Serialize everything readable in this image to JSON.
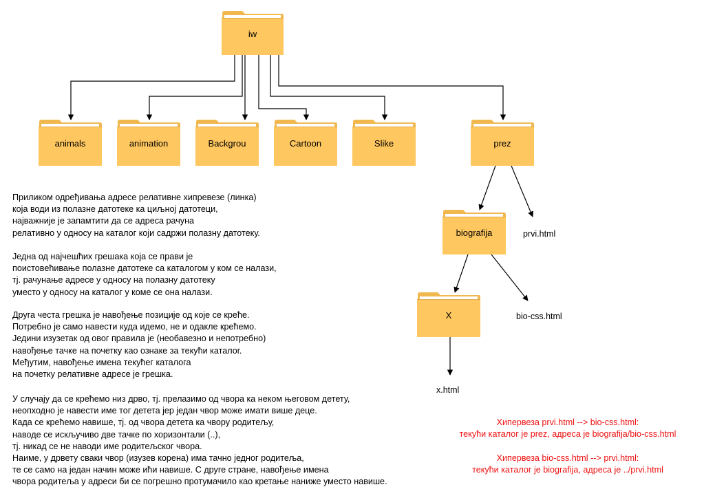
{
  "tree": {
    "root": "iw",
    "children": [
      "animals",
      "animation",
      "Backgrou",
      "Cartoon",
      "Slike",
      "prez"
    ],
    "prez_children": {
      "folder": "biografija",
      "file": "prvi.html"
    },
    "biografija_children": {
      "folder": "X",
      "file": "bio-css.html"
    },
    "x_children": {
      "file": "x.html"
    }
  },
  "colors": {
    "folder_body": "#FFC75F",
    "folder_tab": "#F0B84F",
    "folder_paper": "#FFFFFF",
    "folder_edge": "#E0A94A",
    "note_text": "#EE1111"
  },
  "text_paragraphs": [
    [
      "Приликом одређивања адресе релативне хипревезе (линка)",
      "која води из полазне датотеке ка циљној датотеци,",
      "најважније је запамтити да се адреса рачуна",
      "релативно у односу на каталог који садржи полазну датотеку."
    ],
    [
      "Једна од најчешћих грешака која се прави је",
      "поистовећивање полазне датотеке са каталогом у ком се налази,",
      "тј. рачунање адресе у односу на полазну датотеку",
      "уместо у односу на каталог у коме се она налази."
    ],
    [
      "Друга честа грешка је навођење позиције од које се креће.",
      "Потребно је само навести куда идемо, не и одакле крећемо.",
      "Једини изузетак од овог правила је (необавезно и непотребно)",
      "навођење тачке на почетку као ознаке за текући каталог.",
      "Међутим, навођење имена текућег каталога",
      "на почетку релативне адресе је грешка."
    ],
    [
      "У случају да се крећемо низ дрво, тј. прелазимо од чвора ка неком његовом детету,",
      "неопходно је навести име тог детета јер један чвор може имати више деце.",
      "Када се крећемо навише, тј. од чвора детета ка чвору родитељу,",
      "наводе се искључиво две тачке по хоризонтали (..),",
      "тј. никад се не наводи име родитељског чвора.",
      "Наиме, у дрвету сваки чвор (изузев корена) има тачно једног родитеља,",
      "те се само на један начин може ићи навише. С друге стране, навођење имена",
      "чвора родитеља у адреси би се погрешно протумачило као кретање наниже уместо навише."
    ]
  ],
  "notes": [
    {
      "line1": "Хипервеза prvi.html --> bio-css.html:",
      "line2": "текући каталог је prez, адреса је biografija/bio-css.html"
    },
    {
      "line1": "Хипервеза bio-css.html --> prvi.html:",
      "line2": "текући каталог је biografija, адреса је ../prvi.html"
    }
  ]
}
